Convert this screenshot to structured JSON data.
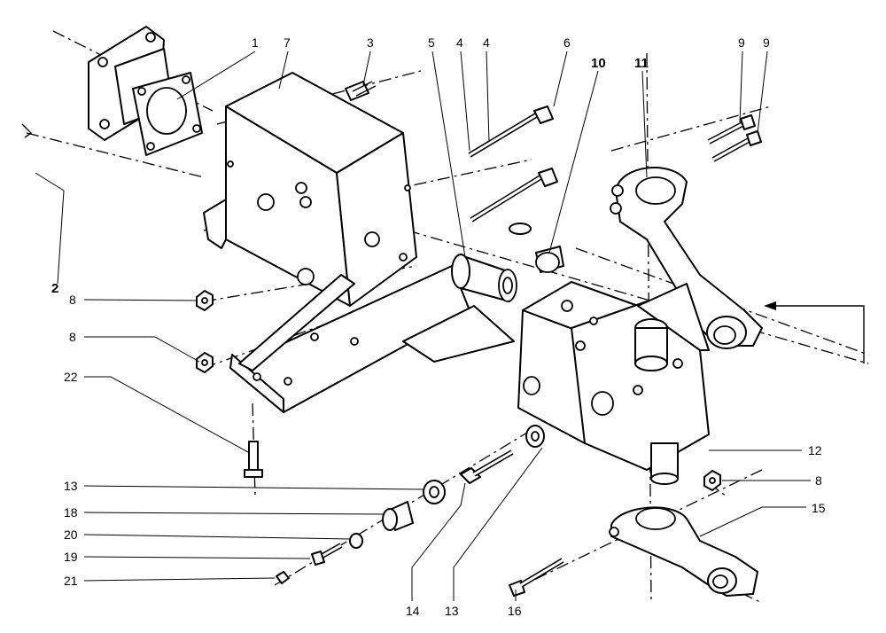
{
  "callouts": {
    "c1": "1",
    "c2": "2",
    "c3": "3",
    "c4a": "4",
    "c4b": "4",
    "c5": "5",
    "c6": "6",
    "c7": "7",
    "c8a": "8",
    "c8b": "8",
    "c8c": "8",
    "c9a": "9",
    "c9b": "9",
    "c10": "10",
    "c11": "11",
    "c12": "12",
    "c13a": "13",
    "c13b": "13",
    "c14": "14",
    "c15": "15",
    "c16": "16",
    "c18": "18",
    "c19": "19",
    "c20": "20",
    "c21": "21",
    "c22": "22"
  }
}
